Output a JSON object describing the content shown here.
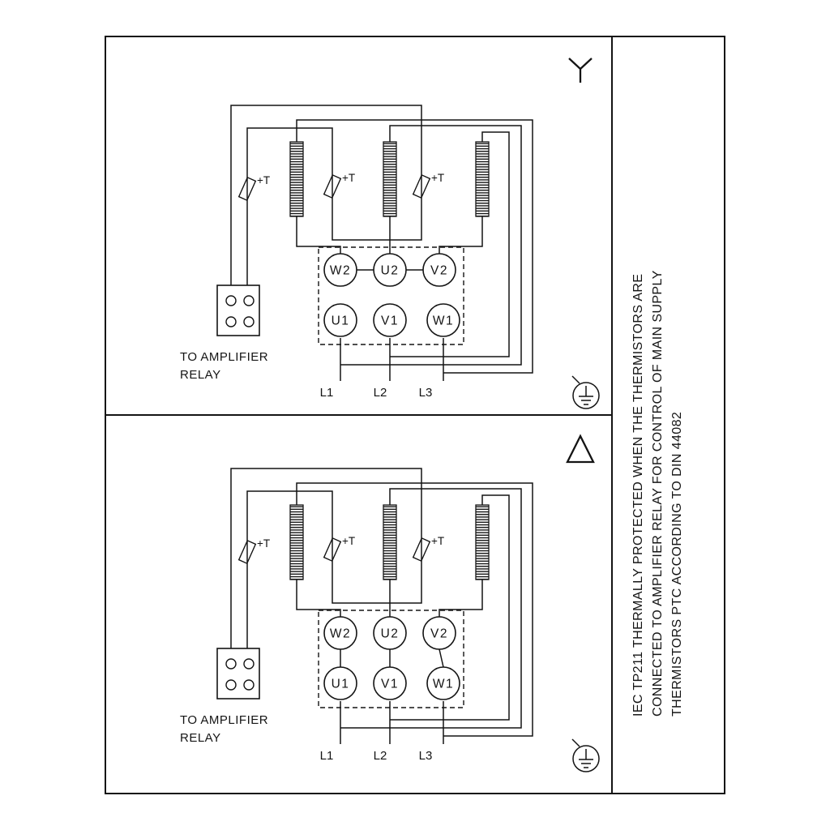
{
  "side_note": {
    "lines": [
      "IEC TP211 THERMALLY PROTECTED WHEN THE THERMISTORS ARE",
      "CONNECTED TO AMPLIFIER RELAY FOR CONTROL OF MAIN SUPPLY",
      "THERMISTORS PTC ACCORDING TO DIN 44082"
    ]
  },
  "panels": [
    {
      "id": "star",
      "connection_symbol": "star",
      "relay_label": [
        "TO AMPLIFIER",
        "RELAY"
      ],
      "thermistor_labels": [
        "+T",
        "+T",
        "+T"
      ],
      "terminals_top": [
        "W2",
        "U2",
        "V2"
      ],
      "terminals_bottom": [
        "U1",
        "V1",
        "W1"
      ],
      "supply": [
        "L1",
        "L2",
        "L3"
      ]
    },
    {
      "id": "delta",
      "connection_symbol": "delta",
      "relay_label": [
        "TO AMPLIFIER",
        "RELAY"
      ],
      "thermistor_labels": [
        "+T",
        "+T",
        "+T"
      ],
      "terminals_top": [
        "W2",
        "U2",
        "V2"
      ],
      "terminals_bottom": [
        "U1",
        "V1",
        "W1"
      ],
      "supply": [
        "L1",
        "L2",
        "L3"
      ]
    }
  ],
  "colors": {
    "line": "#141414",
    "background": "#ffffff"
  }
}
